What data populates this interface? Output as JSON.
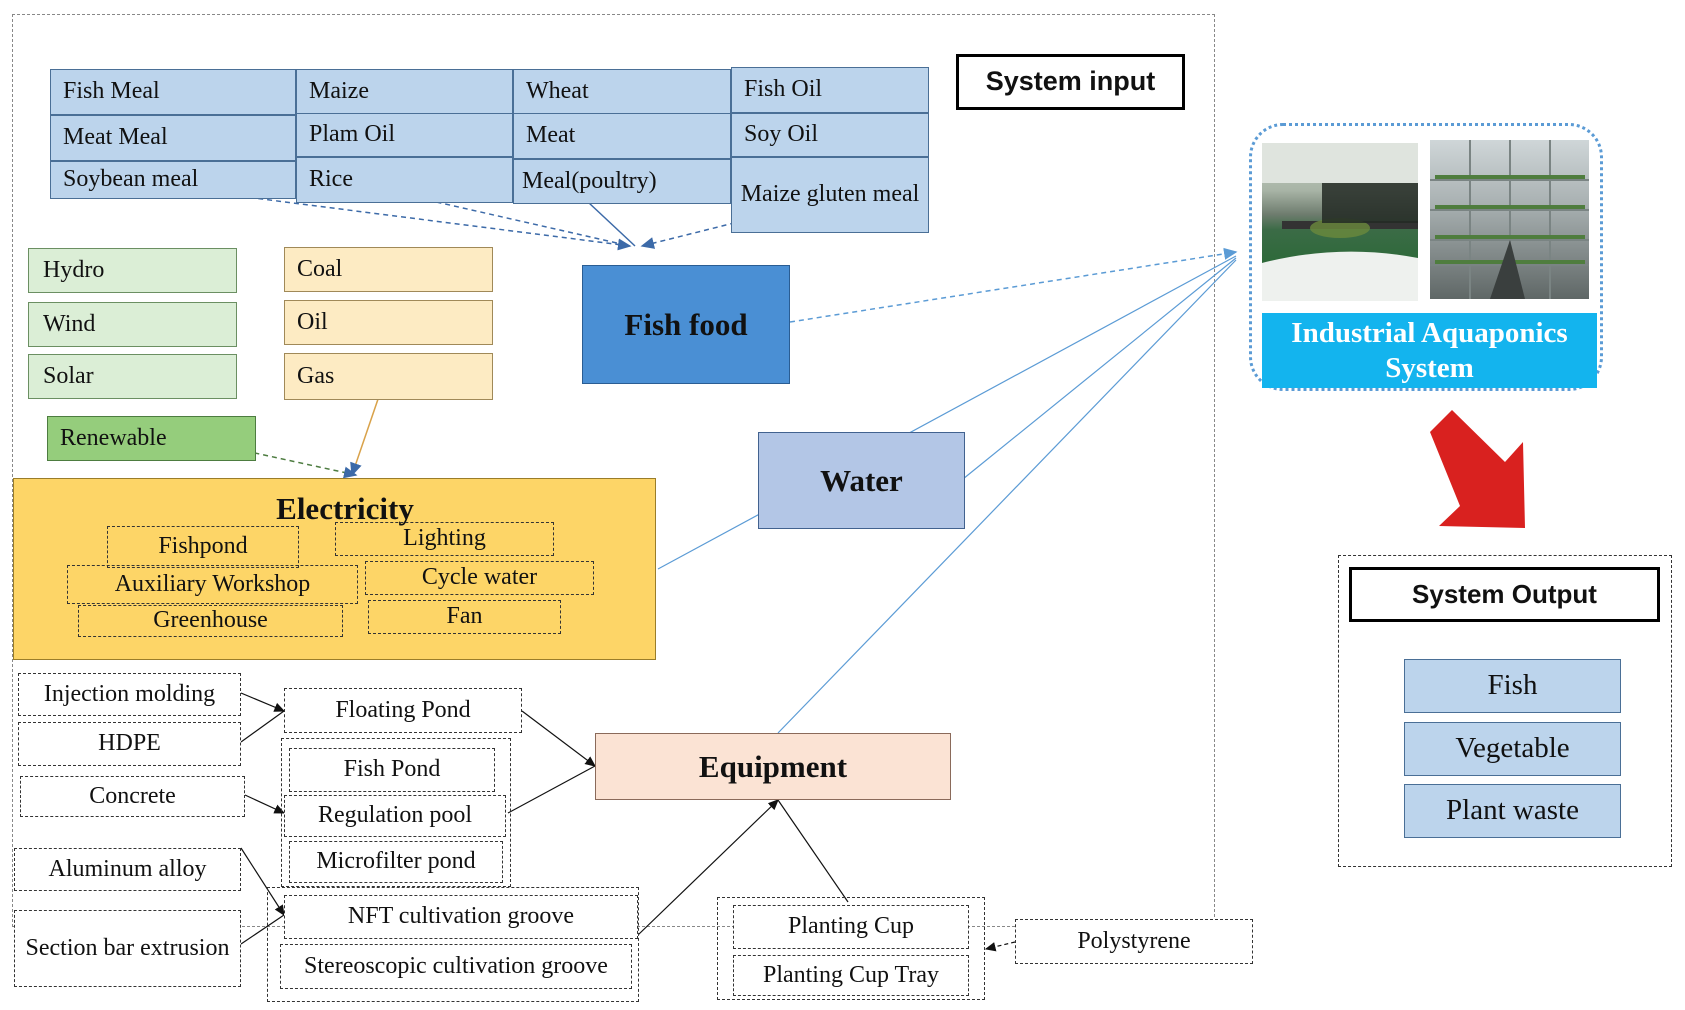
{
  "system_input": {
    "title": "System input",
    "feed_ingredients": [
      "Fish Meal",
      "Maize",
      "Wheat",
      "Fish Oil",
      "Meat Meal",
      "Plam Oil",
      "Meat",
      "Soy Oil",
      "Soybean meal",
      "Rice",
      "Meal(poultry)",
      "Maize gluten meal"
    ],
    "renewable_sources": [
      "Hydro",
      "Wind",
      "Solar"
    ],
    "renewable_label": "Renewable",
    "fossil_sources": [
      "Coal",
      "Oil",
      "Gas"
    ],
    "fish_food": "Fish food",
    "water": "Water",
    "electricity": {
      "title": "Electricity",
      "uses": [
        "Fishpond",
        "Lighting",
        "Auxiliary Workshop",
        "Cycle water",
        "Greenhouse",
        "Fan"
      ]
    },
    "equipment": {
      "title": "Equipment",
      "materials": [
        "Injection molding",
        "HDPE",
        "Concrete",
        "Aluminum alloy",
        "Section bar extrusion",
        "Polystyrene"
      ],
      "components": [
        "Floating Pond",
        "Fish Pond",
        "Regulation pool",
        "Microfilter pond",
        "NFT cultivation groove",
        "Stereoscopic cultivation groove",
        "Planting Cup",
        "Planting Cup Tray"
      ]
    }
  },
  "system": {
    "title": "Industrial Aquaponics System",
    "photos": [
      "aquaculture-tank-photo",
      "vertical-planting-rack-photo"
    ]
  },
  "system_output": {
    "title": "System Output",
    "items": [
      "Fish",
      "Vegetable",
      "Plant waste"
    ]
  },
  "colors": {
    "feed_blue": "#bcd4ec",
    "fish_food_blue": "#4a8fd4",
    "water_blue": "#b3c6e6",
    "renewable_green": "#dbeed6",
    "fossil_cream": "#fdebc3",
    "electricity_yellow": "#fdd567",
    "equipment_peach": "#fbe3d4",
    "system_cyan": "#13b4ee",
    "arrow_red": "#d9211f"
  }
}
